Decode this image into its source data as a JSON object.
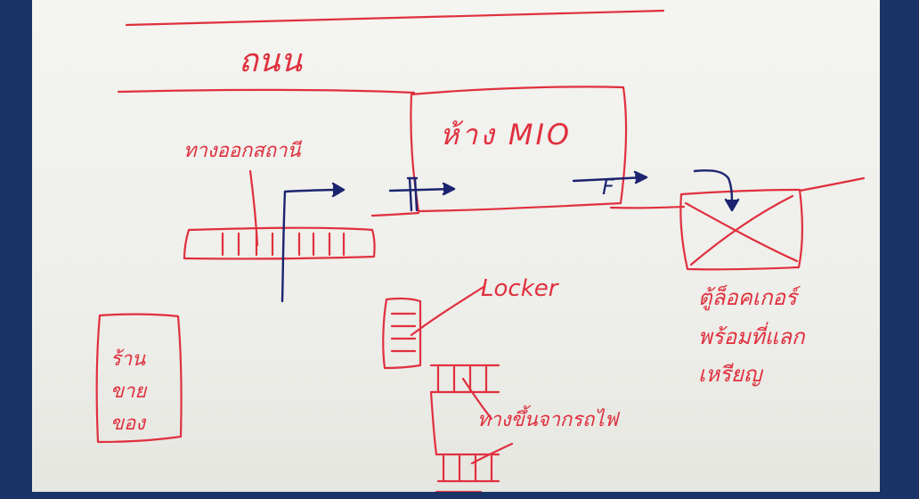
{
  "colors": {
    "background": "#1a3468",
    "paper": "#f1f1ee",
    "red_ink": "#e0303e",
    "blue_ink": "#1c2470"
  },
  "labels": {
    "road": "ถนน",
    "mall": "ห้าง MIO",
    "station_exit": "ทางออกสถานี",
    "lockers": "Locker",
    "train_entrance": "ทางขึ้นจากรถไฟ",
    "locker_box_line1": "ตู้ล็อคเกอร์",
    "locker_box_line2": "พร้อมที่แลก",
    "locker_box_line3": "เหรียญ",
    "shop_line1": "ร้าน",
    "shop_line2": "ขาย",
    "shop_line3": "ของ",
    "door_marker": "F"
  }
}
